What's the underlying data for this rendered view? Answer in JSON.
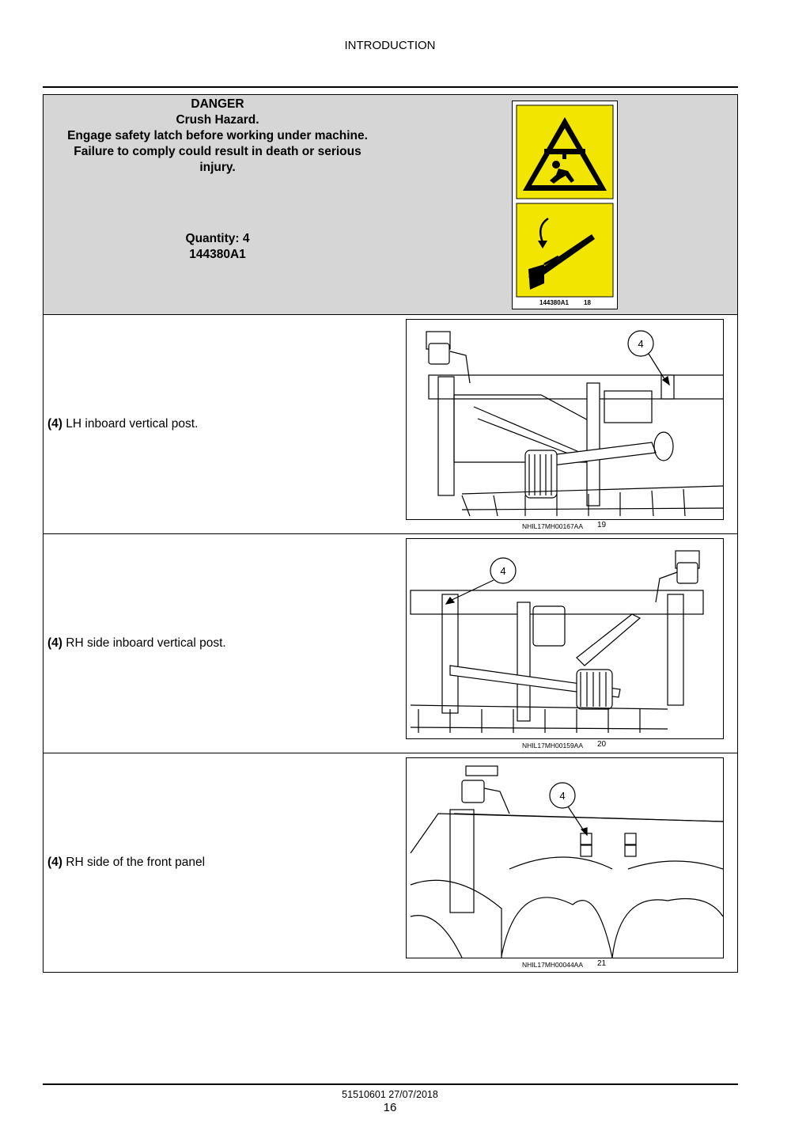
{
  "header": {
    "section": "INTRODUCTION"
  },
  "danger": {
    "lines": [
      "DANGER",
      "Crush Hazard.",
      "Engage safety latch before working under machine.",
      "Failure to comply could result in death or serious",
      "injury."
    ],
    "quantity": "Quantity:  4",
    "part_number": "144380A1",
    "decal_caption": "144380A1",
    "decal_figure": "18",
    "decal_color": "#f2e600"
  },
  "rows": [
    {
      "callout": "(4)",
      "text": "LH inboard vertical post.",
      "balloon": "4",
      "caption": "NHIL17MH00167AA",
      "figure": "19"
    },
    {
      "callout": "(4)",
      "text": "RH side inboard vertical post.",
      "balloon": "4",
      "caption": "NHIL17MH00159AA",
      "figure": "20"
    },
    {
      "callout": "(4)",
      "text": "RH side of the front panel",
      "balloon": "4",
      "caption": "NHIL17MH00044AA",
      "figure": "21"
    }
  ],
  "footer": {
    "doc": "51510601 27/07/2018",
    "page": "16"
  }
}
